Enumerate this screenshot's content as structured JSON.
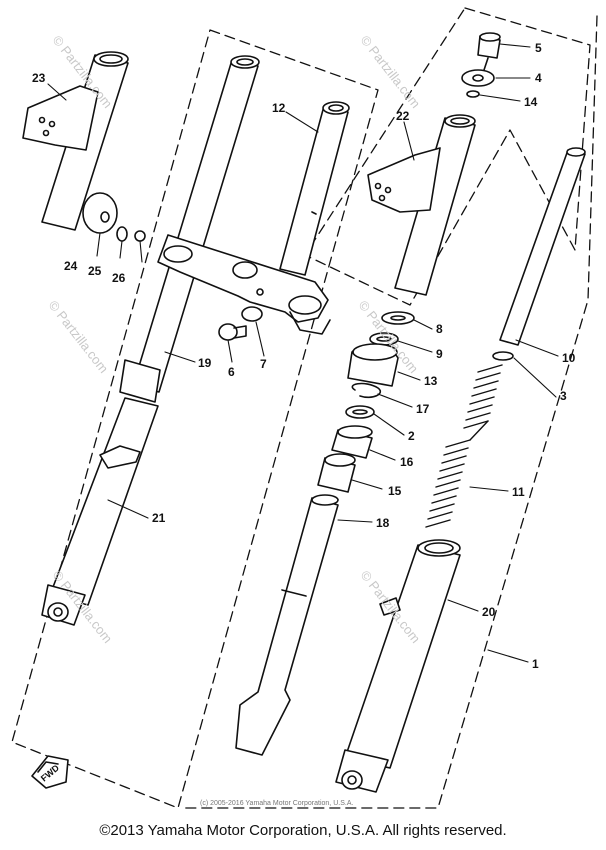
{
  "diagram": {
    "callouts": [
      {
        "id": "23",
        "label": "23"
      },
      {
        "id": "12",
        "label": "12"
      },
      {
        "id": "22",
        "label": "22"
      },
      {
        "id": "5",
        "label": "5"
      },
      {
        "id": "4",
        "label": "4"
      },
      {
        "id": "14",
        "label": "14"
      },
      {
        "id": "24",
        "label": "24"
      },
      {
        "id": "25",
        "label": "25"
      },
      {
        "id": "26",
        "label": "26"
      },
      {
        "id": "8",
        "label": "8"
      },
      {
        "id": "9",
        "label": "9"
      },
      {
        "id": "10",
        "label": "10"
      },
      {
        "id": "6",
        "label": "6"
      },
      {
        "id": "7",
        "label": "7"
      },
      {
        "id": "19",
        "label": "19"
      },
      {
        "id": "13",
        "label": "13"
      },
      {
        "id": "3",
        "label": "3"
      },
      {
        "id": "17",
        "label": "17"
      },
      {
        "id": "2",
        "label": "2"
      },
      {
        "id": "16",
        "label": "16"
      },
      {
        "id": "15",
        "label": "15"
      },
      {
        "id": "11",
        "label": "11"
      },
      {
        "id": "21",
        "label": "21"
      },
      {
        "id": "18",
        "label": "18"
      },
      {
        "id": "20",
        "label": "20"
      },
      {
        "id": "1",
        "label": "1"
      }
    ],
    "fwd_label": "FWD",
    "watermark": "© Partzilla.com",
    "small_copyright": "(c) 2005-2016 Yamaha Motor Corporation, U.S.A."
  },
  "footer": {
    "copyright": "©2013 Yamaha Motor Corporation, U.S.A. All rights reserved."
  }
}
